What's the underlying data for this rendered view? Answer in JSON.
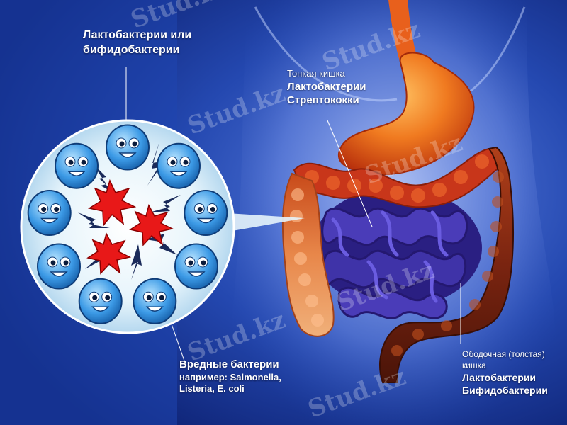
{
  "labels": {
    "lacto_bifido": {
      "line1": "Лактобактерии или",
      "line2": "бифидобактерии"
    },
    "small_intestine": {
      "line1": "Тонкая кишка",
      "line2": "Лактобактерии",
      "line3": "Стрептококки"
    },
    "harmful": {
      "line1": "Вредные бактерии",
      "line2": "например: Salmonella,",
      "line3": "Listeria, E. coli"
    },
    "colon": {
      "line1": "Ободочная (толстая)",
      "line2": "кишка",
      "line3": "Лактобактерии",
      "line4": "Бифидобактерии"
    }
  },
  "watermark": {
    "text": "Stud.kz"
  },
  "colors": {
    "background": "#1a3fa0",
    "stomach": "#e8501a",
    "small_intestine": "#3a2c9a",
    "colon_ascending": "#e07a3a",
    "colon_descending": "#6a1f0e",
    "good_bacteria": "#4aa8e8",
    "harmful_bacteria": "#e82020"
  },
  "icons": [
    "bacteria-good-icon",
    "bacteria-harmful-icon",
    "lightning-icon"
  ]
}
